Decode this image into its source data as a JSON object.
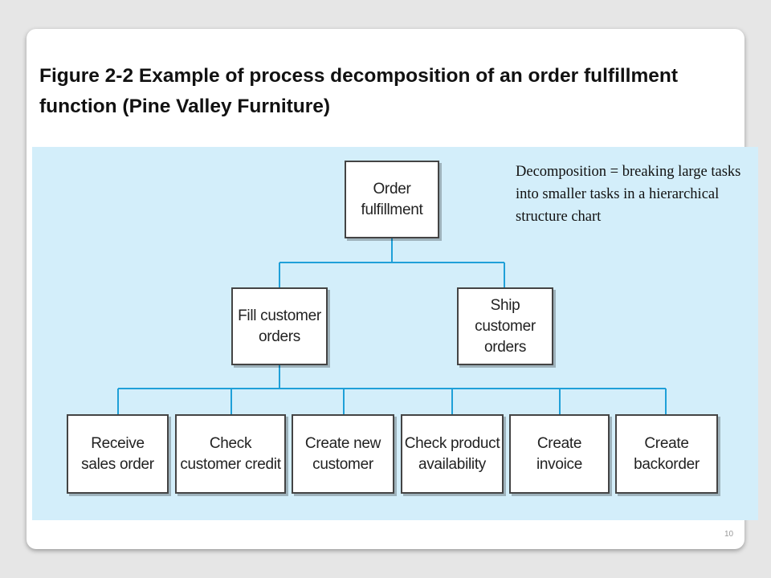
{
  "slide": {
    "title": "Figure 2-2 Example of process decomposition of an order fulfillment function (Pine Valley Furniture)",
    "note": "Decomposition = breaking large tasks into smaller tasks in a hierarchical structure chart",
    "page_number": "10"
  },
  "diagram": {
    "root": {
      "label": "Order\nfulfillment"
    },
    "level2": [
      {
        "label": "Fill customer\norders"
      },
      {
        "label": "Ship customer\norders"
      }
    ],
    "level3": [
      {
        "label": "Receive\nsales order"
      },
      {
        "label": "Check\ncustomer credit"
      },
      {
        "label": "Create new\ncustomer"
      },
      {
        "label": "Check product\navailability"
      },
      {
        "label": "Create\ninvoice"
      },
      {
        "label": "Create\nbackorder"
      }
    ],
    "connector_color": "#1fa0d8"
  }
}
